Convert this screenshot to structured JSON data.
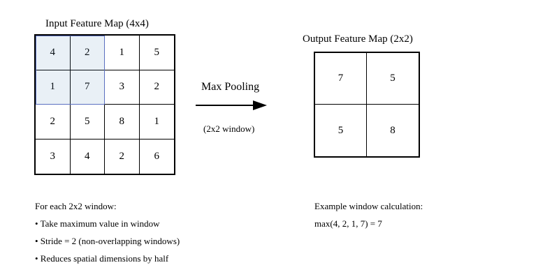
{
  "input_map": {
    "title": "Input Feature Map (4x4)",
    "cells": [
      "4",
      "2",
      "1",
      "5",
      "1",
      "7",
      "3",
      "2",
      "2",
      "5",
      "8",
      "1",
      "3",
      "4",
      "2",
      "6"
    ],
    "highlight_color": "#5a6fc0"
  },
  "operation": {
    "label": "Max Pooling",
    "window": "(2x2 window)"
  },
  "output_map": {
    "title": "Output Feature Map (2x2)",
    "cells": [
      "7",
      "5",
      "5",
      "8"
    ]
  },
  "notes": {
    "heading": "For each 2x2 window:",
    "bullets": [
      "• Take maximum value in window",
      "• Stride = 2 (non-overlapping windows)",
      "• Reduces spatial dimensions by half"
    ]
  },
  "example": {
    "heading": "Example window calculation:",
    "formula": "max(4, 2, 1, 7) = 7"
  }
}
